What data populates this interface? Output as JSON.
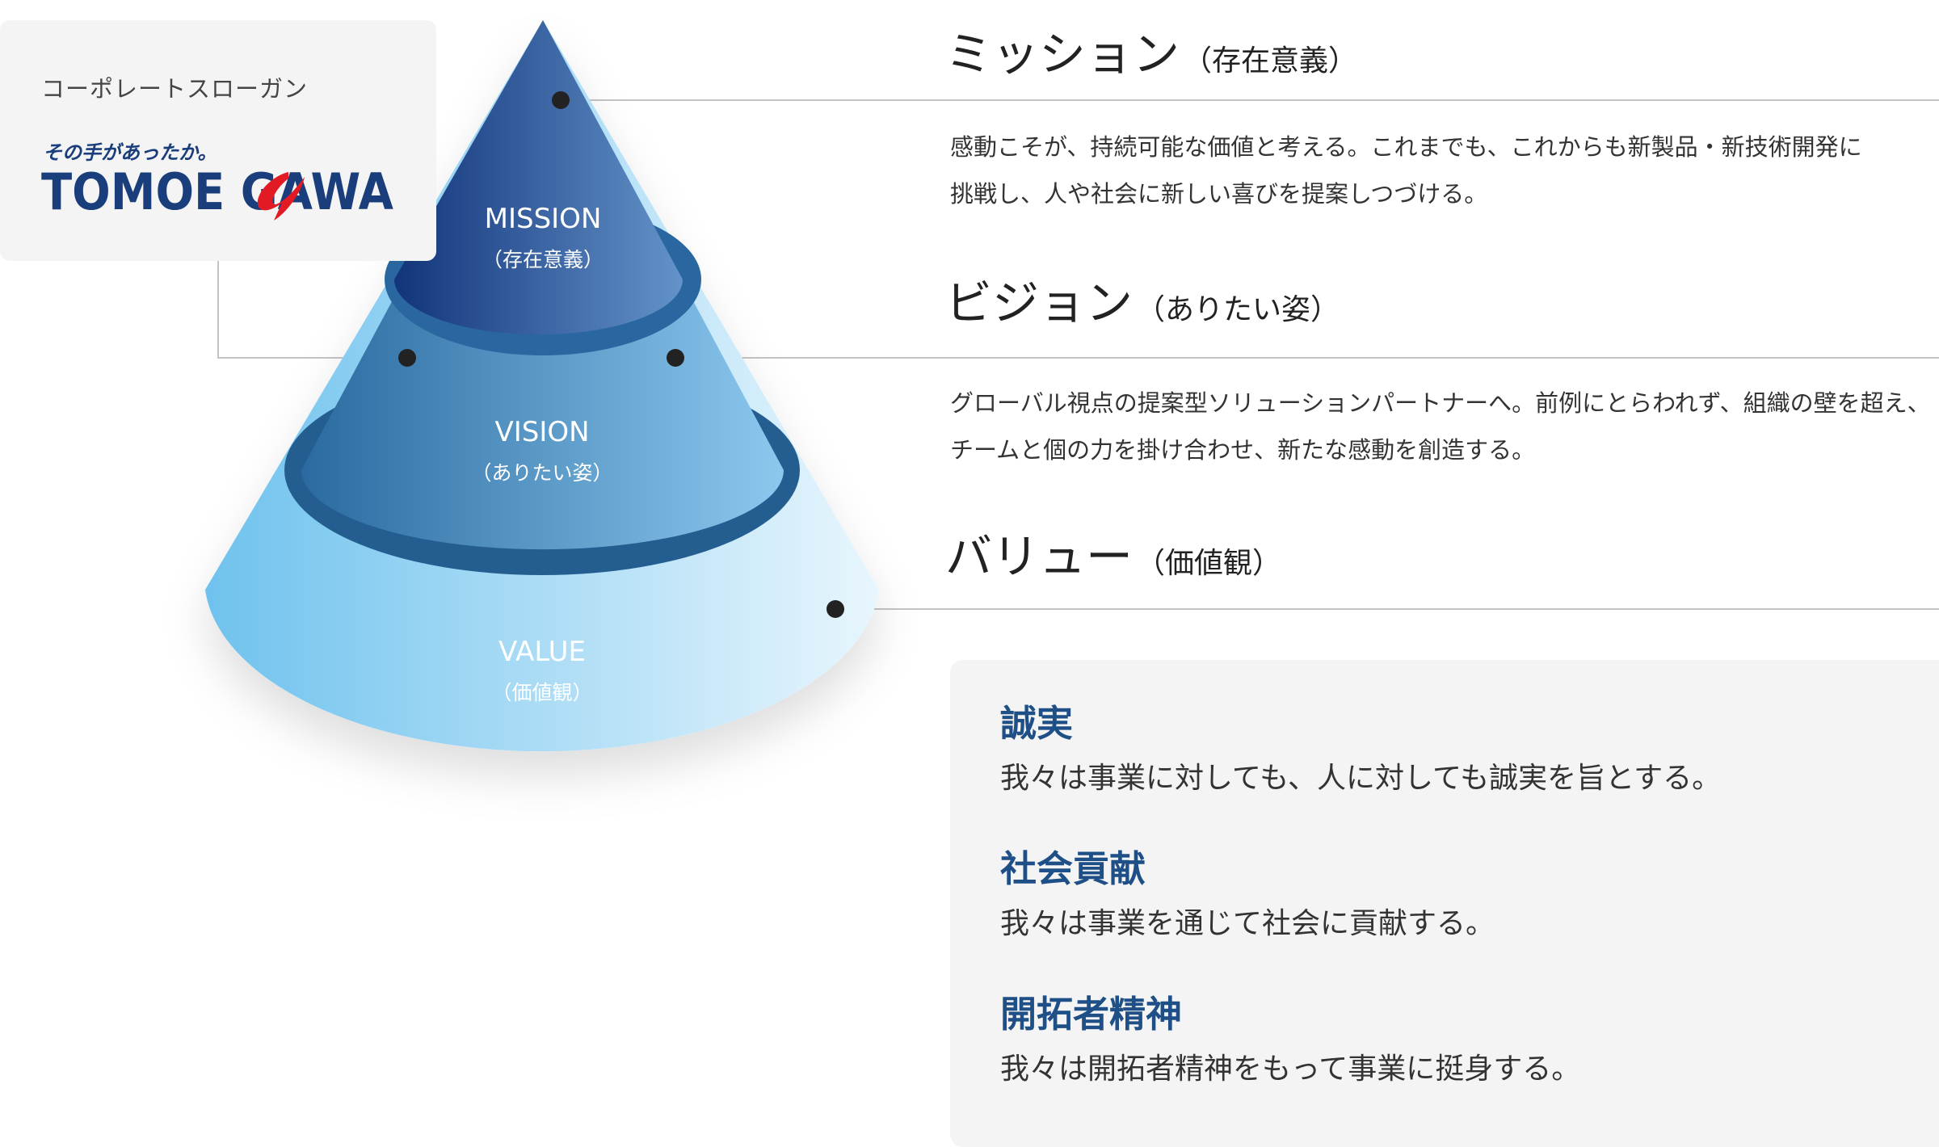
{
  "slogan": {
    "label": "コーポレートスローガン",
    "tagline": "その手があったか。",
    "logo_text": "TOMOEGAWA",
    "logo_accent_color": "#e21a23",
    "logo_main_color": "#1a3d7c"
  },
  "pyramid": {
    "tiers": [
      {
        "label": "MISSION",
        "sub": "（存在意義）",
        "colors": [
          "#15377c",
          "#5b8ac3"
        ]
      },
      {
        "label": "VISION",
        "sub": "（ありたい姿）",
        "colors": [
          "#2f6ea3",
          "#85c3ea"
        ]
      },
      {
        "label": "VALUE",
        "sub": "（価値観）",
        "colors": [
          "#79c6ee",
          "#e2f4fc"
        ]
      }
    ]
  },
  "sections": {
    "mission": {
      "title": "ミッション",
      "sub": "（存在意義）",
      "lines": [
        "感動こそが、持続可能な価値と考える。これまでも、これからも新製品・新技術開発に",
        "挑戦し、人や社会に新しい喜びを提案しつづける。"
      ]
    },
    "vision": {
      "title": "ビジョン",
      "sub": "（ありたい姿）",
      "lines": [
        "グローバル視点の提案型ソリューションパートナーへ。前例にとらわれず、組織の壁を超え、",
        "チームと個の力を掛け合わせ、新たな感動を創造する。"
      ]
    },
    "value": {
      "title": "バリュー",
      "sub": "（価値観）"
    }
  },
  "values": [
    {
      "heading": "誠実",
      "text": "我々は事業に対しても、人に対しても誠実を旨とする。"
    },
    {
      "heading": "社会貢献",
      "text": "我々は事業を通じて社会に貢献する。"
    },
    {
      "heading": "開拓者精神",
      "text": "我々は開拓者精神をもって事業に挺身する。"
    }
  ]
}
